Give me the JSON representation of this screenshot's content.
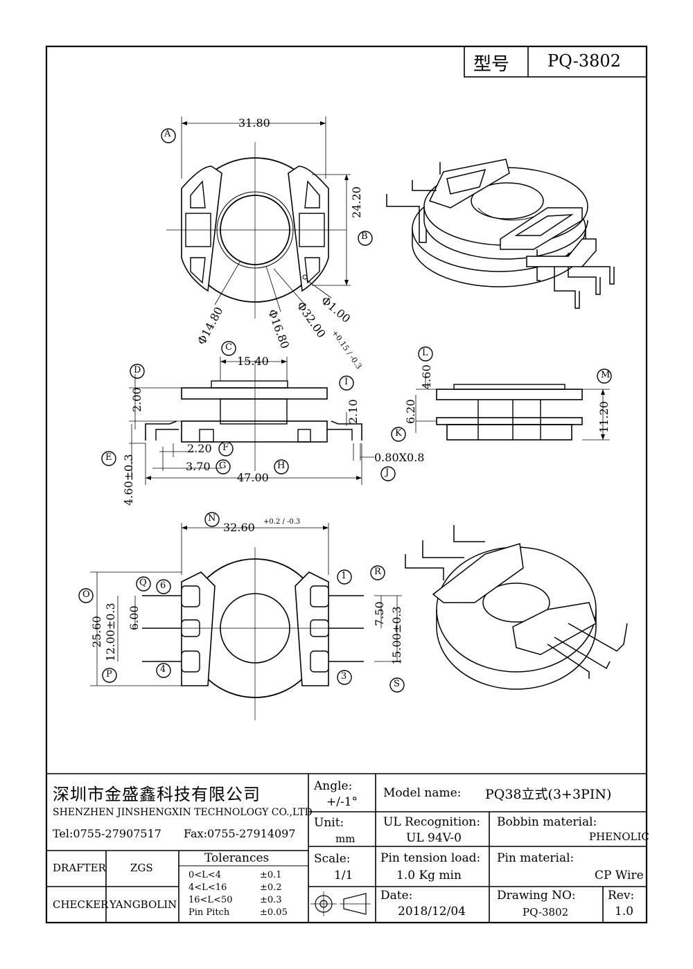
{
  "part_box": {
    "label": "型号",
    "value": "PQ-3802"
  },
  "views": {
    "top": {
      "dims": {
        "width": "31.80",
        "height": "24.20",
        "d_inner": "Φ14.80",
        "d_mid": "Φ16.80",
        "d_outer": "Φ32.00",
        "d_outer_tol": "+0.15 / -0.3",
        "d_pin": "Φ1.00"
      },
      "markers": {
        "a": "A",
        "b": "B"
      }
    },
    "front": {
      "dims": {
        "c": "15.40",
        "d": "2.00",
        "i": "2.10",
        "f": "2.20",
        "g": "3.70",
        "h": "47.00",
        "e": "4.60±0.3",
        "j": "0.80X0.8"
      },
      "markers": {
        "c": "C",
        "d": "D",
        "e": "E",
        "f": "F",
        "g": "G",
        "h": "H",
        "i": "I",
        "j": "J"
      }
    },
    "side": {
      "dims": {
        "l": "4.60",
        "k": "6.20",
        "m": "11.20"
      },
      "markers": {
        "l": "L",
        "k": "K",
        "m": "M"
      }
    },
    "bottom": {
      "dims": {
        "n": "32.60",
        "n_tol": "+0.2 / -0.3",
        "o": "25.60",
        "p": "12.00±0.3",
        "q": "6.00",
        "r": "7.50",
        "s": "15.00±0.3"
      },
      "markers": {
        "n": "N",
        "o": "O",
        "p": "P",
        "q": "Q",
        "r": "R",
        "s": "S"
      },
      "pins": {
        "p1": "1",
        "p3": "3",
        "p4": "4",
        "p6": "6"
      }
    }
  },
  "title_block": {
    "company_cn": "深圳市金盛鑫科技有限公司",
    "company_en": "SHENZHEN JINSHENGXIN TECHNOLOGY CO.,LTD",
    "tel": "Tel:0755-27907517",
    "fax": "Fax:0755-27914097",
    "angle_label": "Angle:",
    "angle_value": "+/-1°",
    "model_label": "Model name:",
    "model_value": "PQ38立式(3+3PIN)",
    "unit_label": "Unit:",
    "unit_value": "mm",
    "ul_label": "UL Recognition:",
    "ul_value": "UL 94V-0",
    "bobbin_label": "Bobbin material:",
    "bobbin_value": "PHENOLIC",
    "drafter_label": "DRAFTER",
    "drafter_value": "ZGS",
    "checker_label": "CHECKER",
    "checker_value": "YANGBOLIN",
    "tolerances_title": "Tolerances",
    "tolerances": [
      {
        "range": "0<L<4",
        "value": "±0.1"
      },
      {
        "range": "4<L<16",
        "value": "±0.2"
      },
      {
        "range": "16<L<50",
        "value": "±0.3"
      },
      {
        "range": "Pin Pitch",
        "value": "±0.05"
      }
    ],
    "scale_label": "Scale:",
    "scale_value": "1/1",
    "pin_tension_label": "Pin tension load:",
    "pin_tension_value": "1.0 Kg min",
    "pin_material_label": "Pin material:",
    "pin_material_value": "CP Wire",
    "date_label": "Date:",
    "date_value": "2018/12/04",
    "drawing_no_label": "Drawing NO:",
    "drawing_no_value": "PQ-3802",
    "rev_label": "Rev:",
    "rev_value": "1.0"
  },
  "icons": [
    "first-angle-projection-icon"
  ]
}
